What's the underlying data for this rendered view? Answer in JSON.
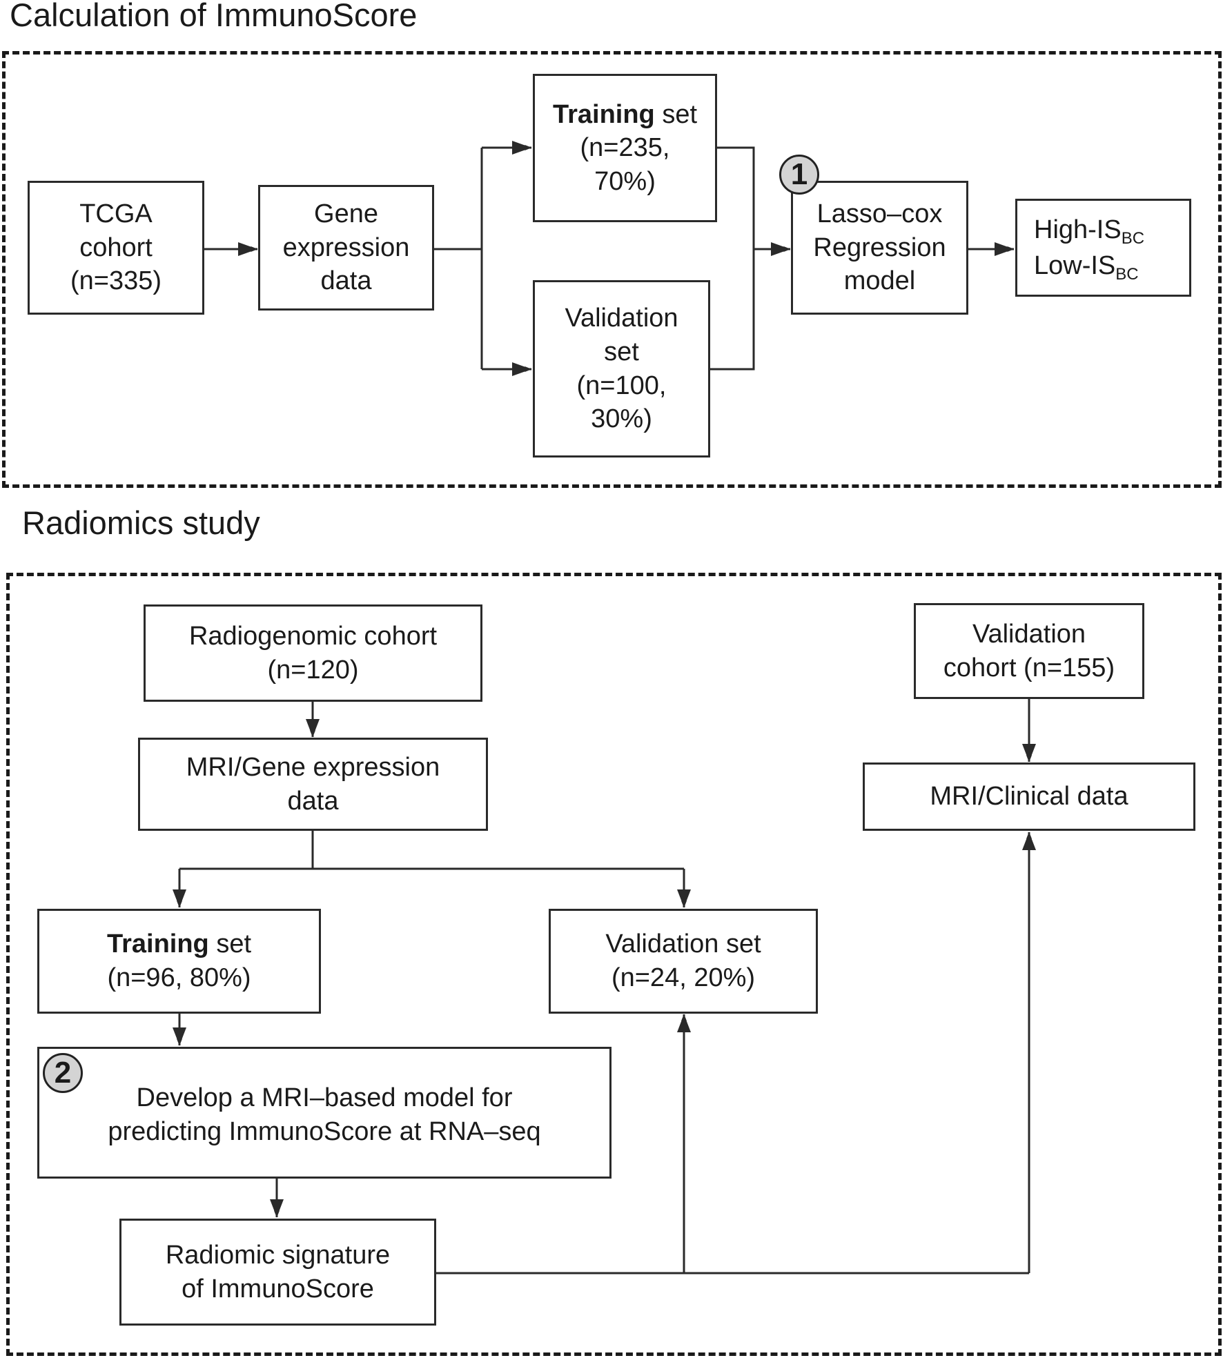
{
  "section1": {
    "title": "Calculation of ImmunoScore",
    "tcga": [
      "TCGA",
      "cohort",
      "(n=335)"
    ],
    "gene": [
      "Gene",
      "expression",
      "data"
    ],
    "training": {
      "bold": "Training",
      "rest": " set",
      "lines": [
        "(n=235,",
        "70%)"
      ]
    },
    "validation": [
      "Validation",
      "set",
      "(n=100,",
      "30%)"
    ],
    "badge": "1",
    "lasso": [
      "Lasso–cox",
      "Regression",
      "model"
    ],
    "output": {
      "high": "High-IS",
      "low": "Low-IS",
      "sub": "BC"
    }
  },
  "section2": {
    "title": "Radiomics study",
    "radiogenomic": [
      "Radiogenomic cohort",
      "(n=120)"
    ],
    "mri_gene": [
      "MRI/Gene expression",
      "data"
    ],
    "training": {
      "bold": "Training",
      "rest": " set",
      "line2": "(n=96, 80%)"
    },
    "validation_set": [
      "Validation set",
      "(n=24, 20%)"
    ],
    "badge": "2",
    "develop": [
      "Develop a MRI–based model for",
      "predicting ImmunoScore at RNA–seq"
    ],
    "signature": [
      "Radiomic signature",
      "of ImmunoScore"
    ],
    "validation_cohort": [
      "Validation",
      "cohort (n=155)"
    ],
    "mri_clinical": "MRI/Clinical data"
  }
}
